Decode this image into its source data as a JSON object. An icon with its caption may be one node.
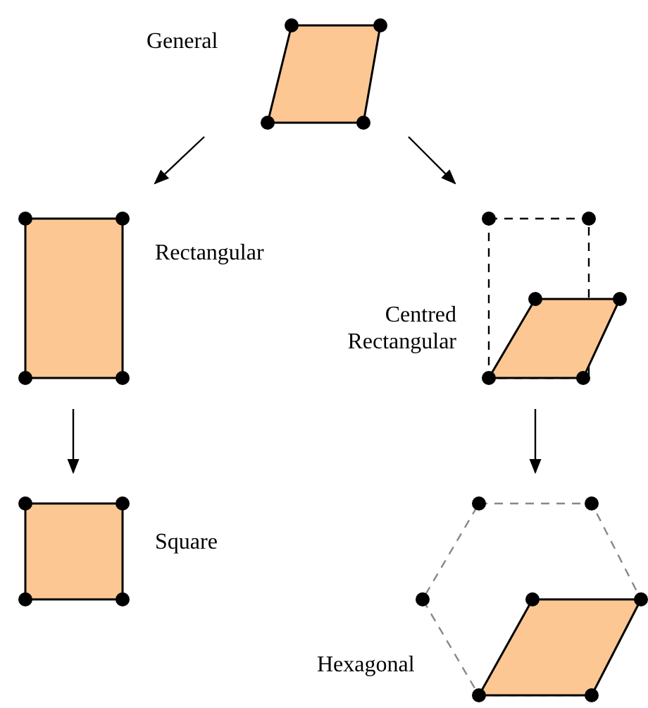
{
  "diagram": {
    "nodes": [
      {
        "text": [],
        "shape": "parallelogram",
        "beside": [
          "General"
        ]
      },
      {
        "text": [],
        "shape": "box",
        "beside": [
          "Rectangular"
        ]
      },
      {
        "text": [],
        "shape": "picture",
        "beside": [
          "Centred Rectangular"
        ]
      },
      {
        "text": [],
        "shape": "box",
        "beside": [
          "Square"
        ]
      },
      {
        "text": [],
        "shape": "picture",
        "beside": [
          "Hexagonal"
        ]
      }
    ],
    "edges": [
      {
        "from": 0,
        "to": 1,
        "arrow": "to"
      },
      {
        "from": 0,
        "to": 2,
        "arrow": "to"
      },
      {
        "from": 1,
        "to": 3,
        "arrow": "to"
      },
      {
        "from": 2,
        "to": 4,
        "arrow": "to"
      }
    ]
  }
}
